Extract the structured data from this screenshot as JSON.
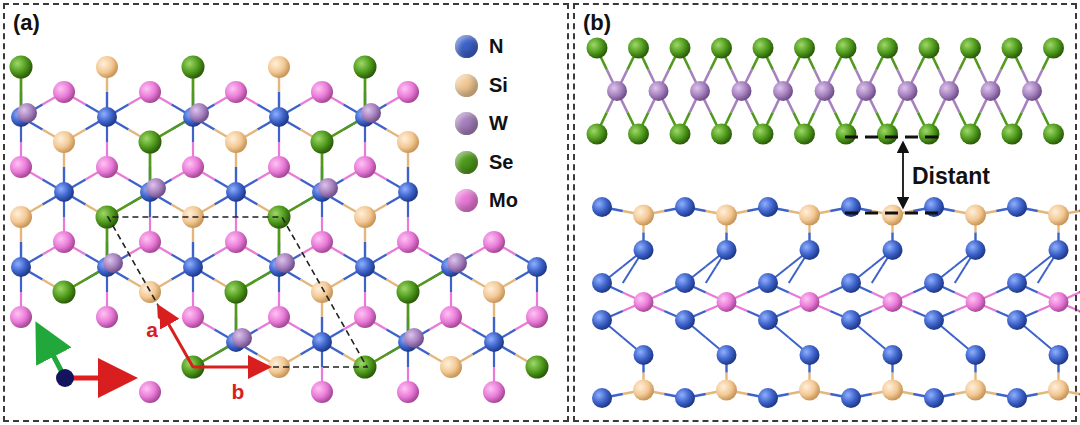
{
  "diagram": {
    "nodes": [
      {
        "text": [
          "(a)"
        ]
      },
      {
        "text": [
          "(b)"
        ]
      }
    ],
    "labels": [
      "a",
      "b",
      "Distant"
    ],
    "legend": [
      {
        "text": "N",
        "color": "#3d62c9"
      },
      {
        "text": "Si",
        "color": "#f3c995"
      },
      {
        "text": "W",
        "color": "#a681be"
      },
      {
        "text": "Se",
        "color": "#4f9a1c"
      },
      {
        "text": "Mo",
        "color": "#e97ad8"
      }
    ]
  }
}
